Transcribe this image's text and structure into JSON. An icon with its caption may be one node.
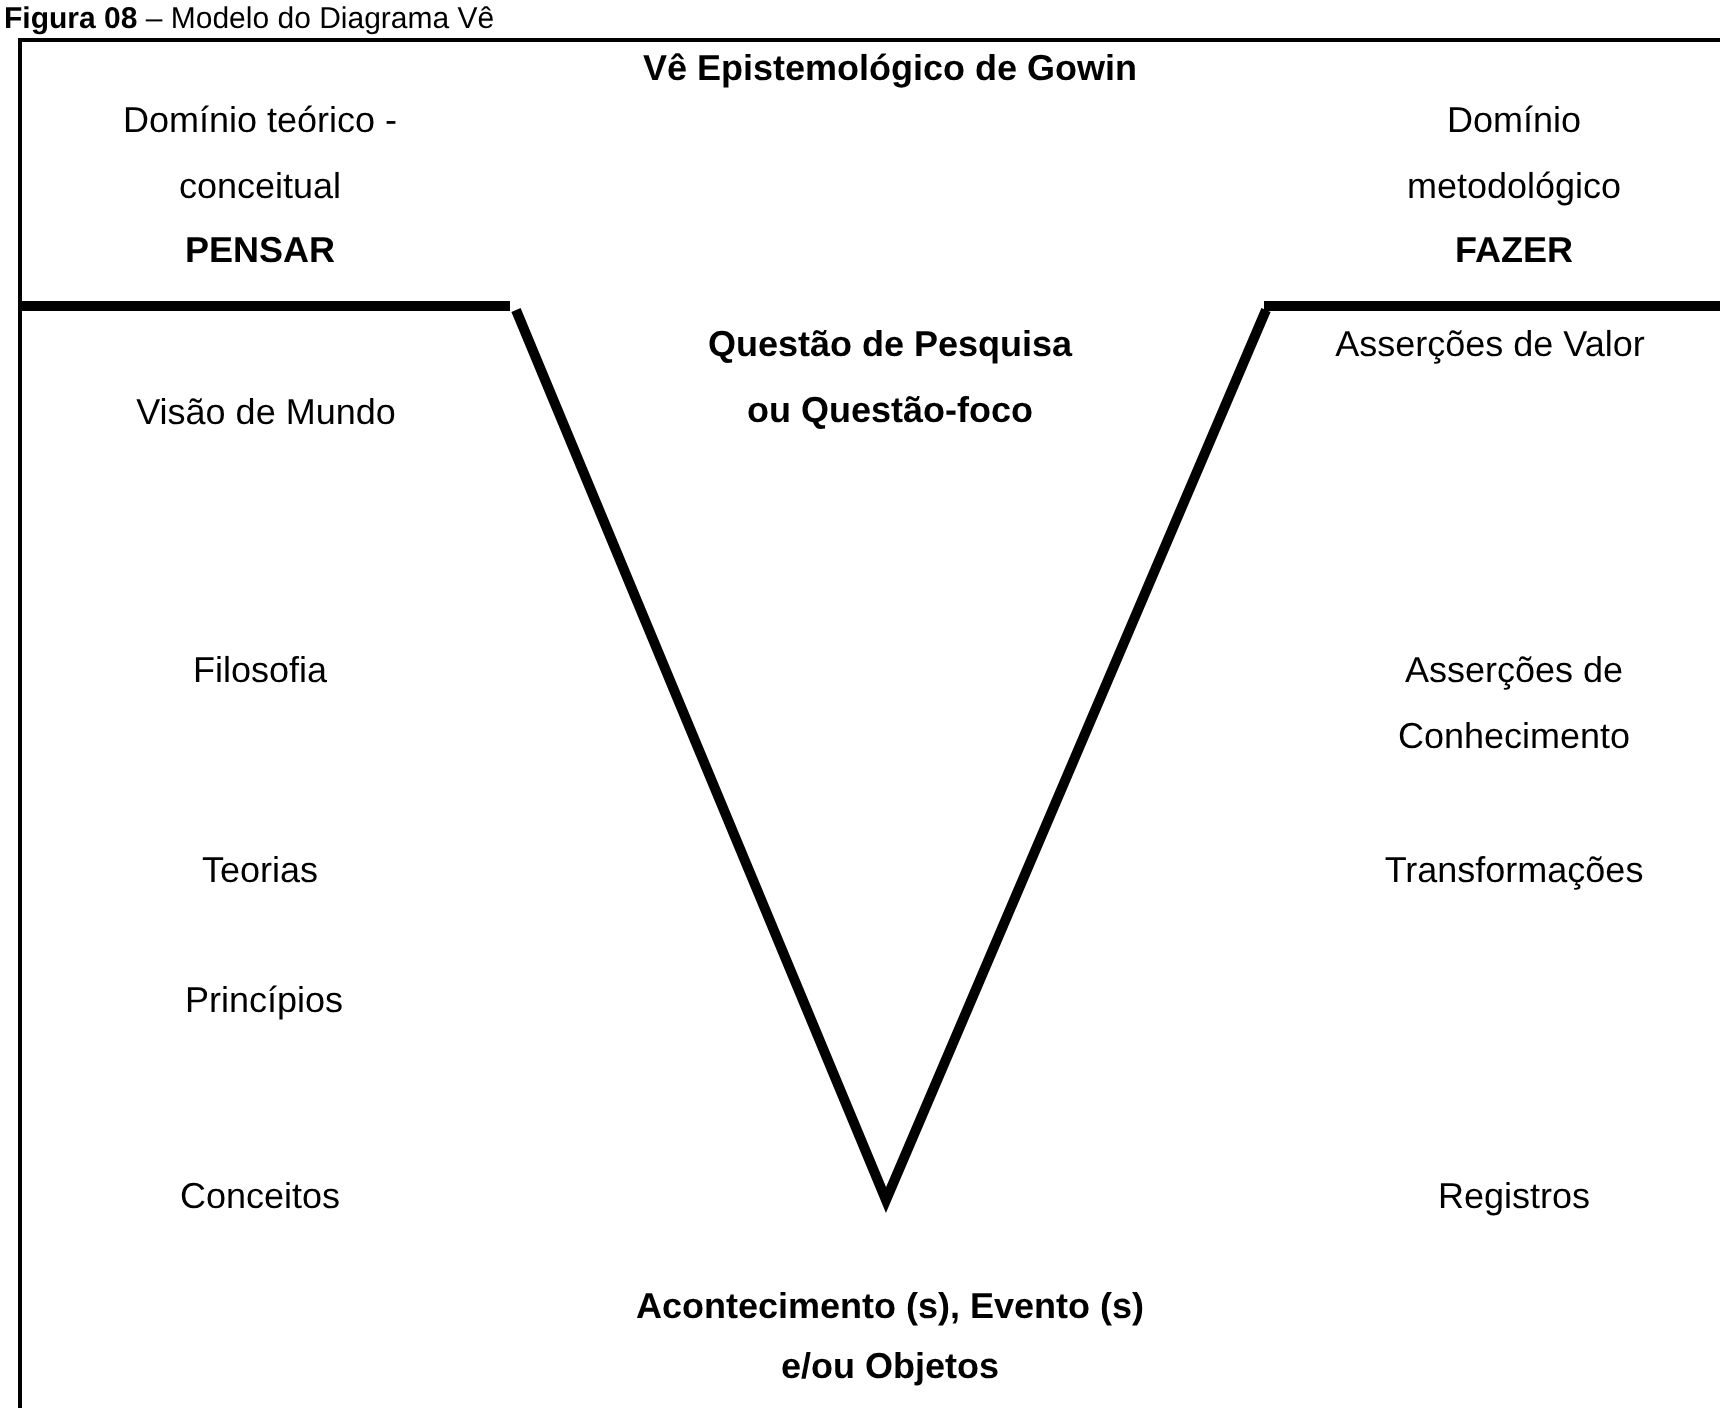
{
  "diagram": {
    "title": "Vê Epistemológico de Gowin",
    "caption": "**Figura 08** – Modelo do Diagrama Vê",
    "labels": [
      "Domínio teórico - conceitual",
      "PENSAR",
      "Domínio metodológico",
      "FAZER",
      "Questão de Pesquisa ou Questão-foco",
      "Asserções de Valor",
      "Visão de Mundo",
      "Filosofia",
      "Asserções de Conhecimento",
      "Teorias",
      "Transformações",
      "Princípios",
      "Conceitos",
      "Registros",
      "Acontecimento (s), Evento (s) e/ou Objetos"
    ]
  }
}
